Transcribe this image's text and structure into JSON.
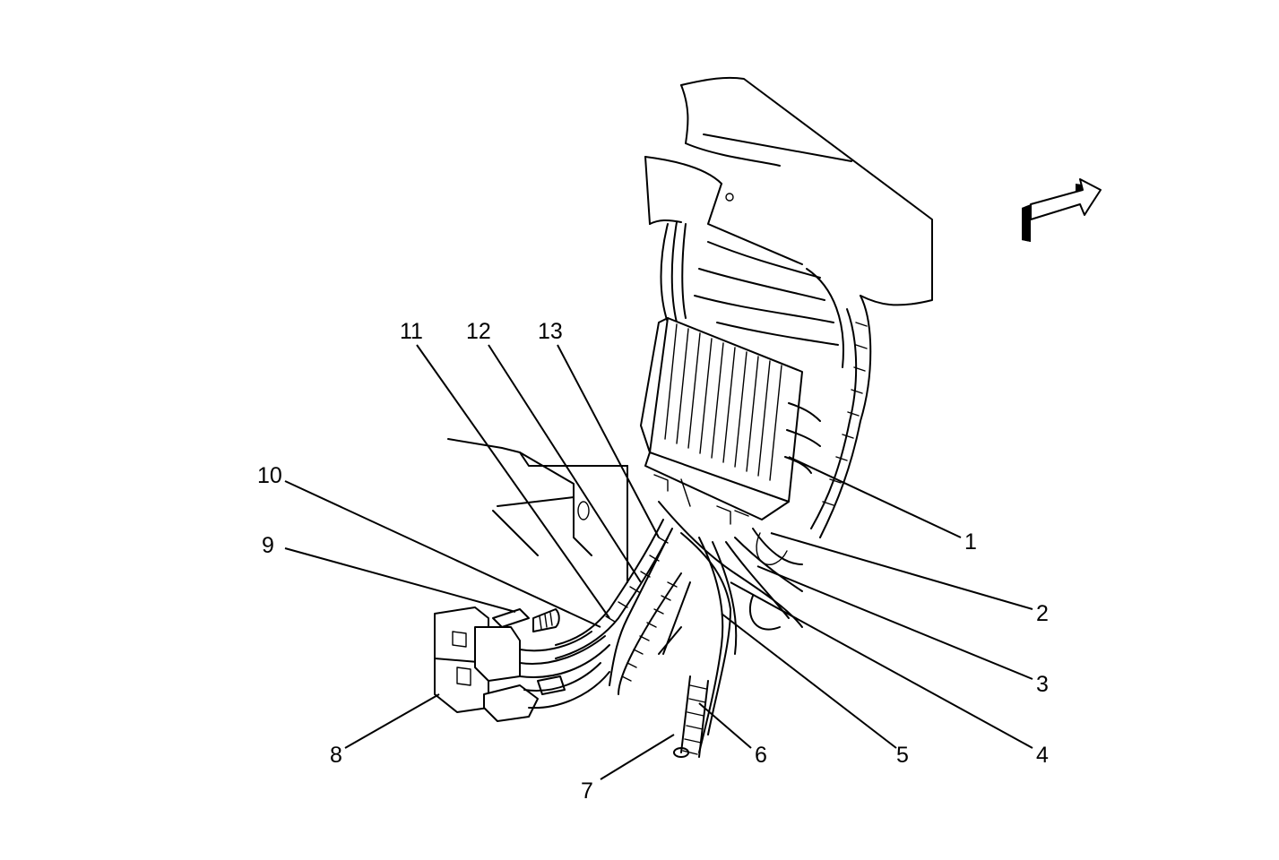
{
  "callouts": [
    {
      "id": "1",
      "label": "1"
    },
    {
      "id": "2",
      "label": "2"
    },
    {
      "id": "3",
      "label": "3"
    },
    {
      "id": "4",
      "label": "4"
    },
    {
      "id": "5",
      "label": "5"
    },
    {
      "id": "6",
      "label": "6"
    },
    {
      "id": "7",
      "label": "7"
    },
    {
      "id": "8",
      "label": "8"
    },
    {
      "id": "9",
      "label": "9"
    },
    {
      "id": "10",
      "label": "10"
    },
    {
      "id": "11",
      "label": "11"
    },
    {
      "id": "12",
      "label": "12"
    },
    {
      "id": "13",
      "label": "13"
    }
  ],
  "colors": {
    "line": "#000000",
    "background": "#ffffff"
  },
  "icons": {
    "orientation": "forward-arrow-icon"
  }
}
